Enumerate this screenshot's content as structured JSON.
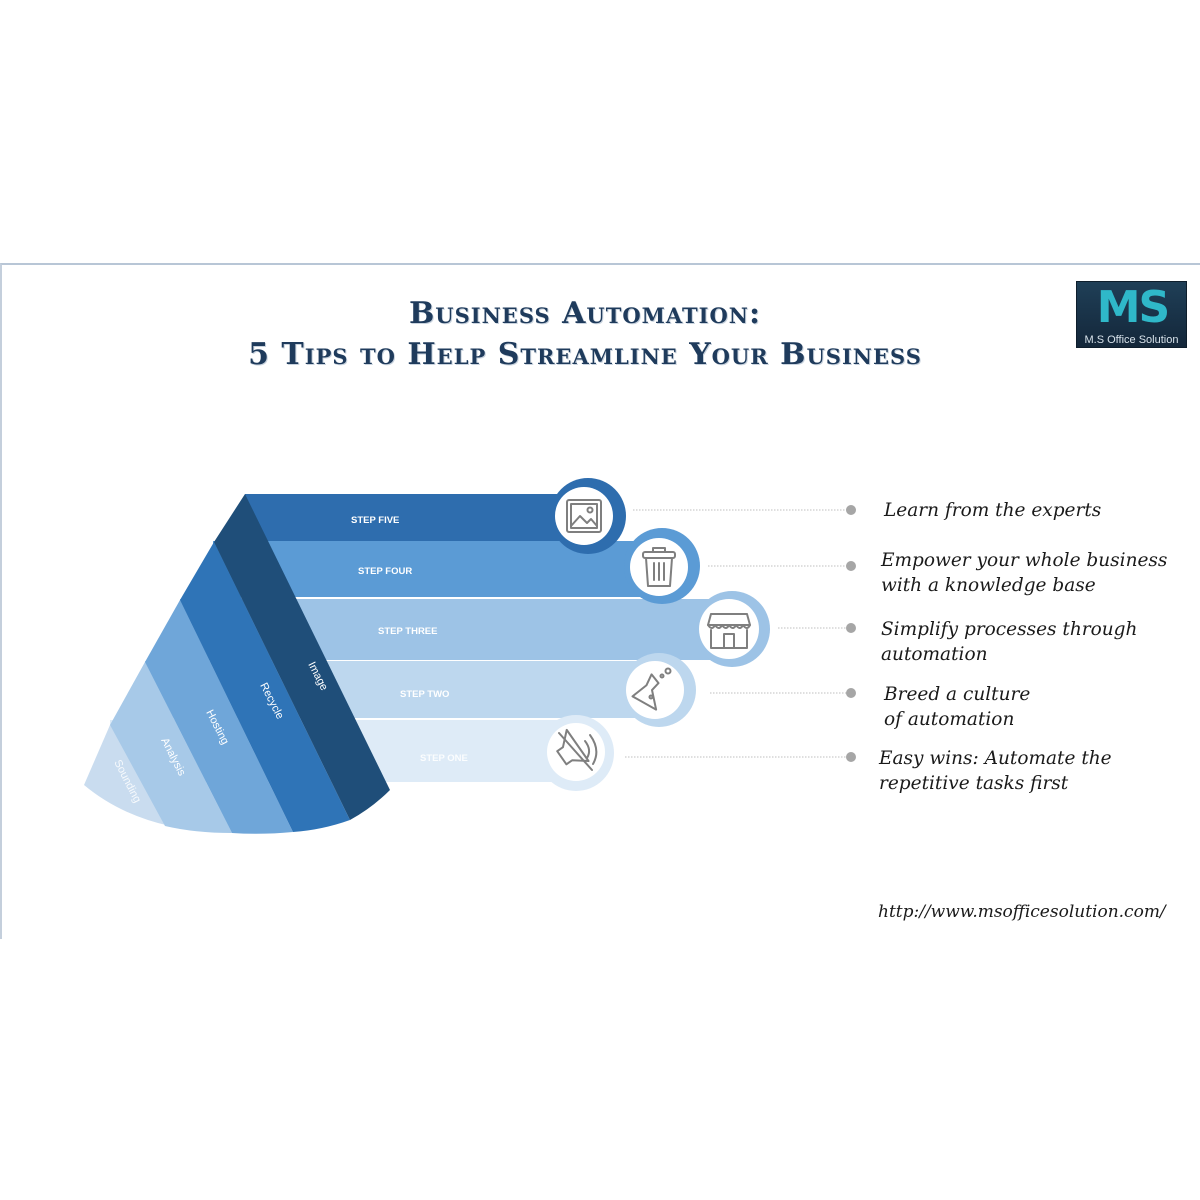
{
  "title_line1": "Business Automation:",
  "title_line2": "5 Tips to Help Streamline Your Business",
  "logo": {
    "mark": "MS",
    "caption": "M.S Office Solution"
  },
  "steps": [
    {
      "label": "STEP FIVE",
      "side": "Image",
      "icon": "picture-icon",
      "color": "#2e6dae"
    },
    {
      "label": "STEP FOUR",
      "side": "Recycle",
      "icon": "trash-icon",
      "color": "#5b9bd5"
    },
    {
      "label": "STEP THREE",
      "side": "Hosting",
      "icon": "store-icon",
      "color": "#9dc3e6"
    },
    {
      "label": "STEP TWO",
      "side": "Analysis",
      "icon": "flask-icon",
      "color": "#bdd7ee"
    },
    {
      "label": "STEP ONE",
      "side": "Sounding",
      "icon": "speaker-icon",
      "color": "#deebf7"
    }
  ],
  "tips": {
    "t1": [
      "Learn from the experts"
    ],
    "t2": [
      "Empower your whole business",
      "with a knowledge base"
    ],
    "t3": [
      "Simplify processes through",
      "automation"
    ],
    "t4": [
      "Breed a culture",
      "of automation"
    ],
    "t5": [
      "Easy wins: Automate the",
      "repetitive tasks first"
    ]
  },
  "url": "http://www.msofficesolution.com/"
}
